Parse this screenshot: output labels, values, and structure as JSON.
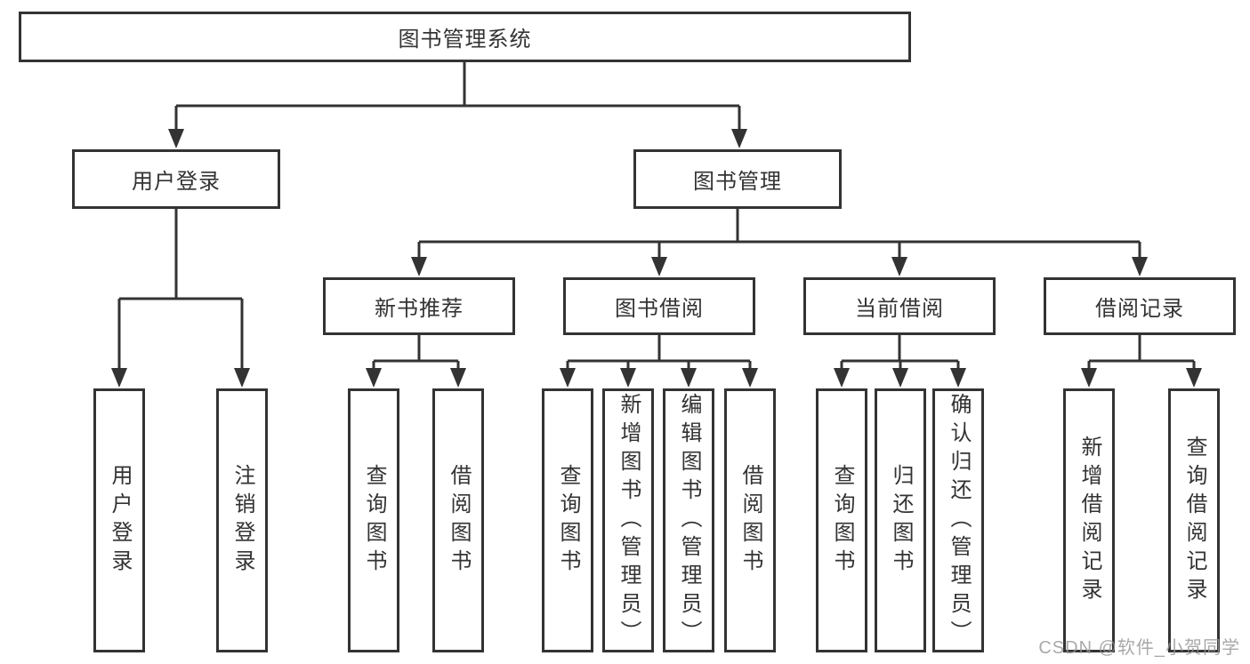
{
  "diagram": {
    "watermark": "CSDN @软件_小贺同学",
    "colors": {
      "line": "#333333",
      "text": "#333333",
      "box_background": "#ffffff",
      "watermark": "#969696"
    },
    "tree": {
      "label": "图书管理系统",
      "children": [
        {
          "label": "用户登录",
          "children": [
            {
              "label": "用户登录"
            },
            {
              "label": "注销登录"
            }
          ]
        },
        {
          "label": "图书管理",
          "children": [
            {
              "label": "新书推荐",
              "children": [
                {
                  "label": "查询图书"
                },
                {
                  "label": "借阅图书"
                }
              ]
            },
            {
              "label": "图书借阅",
              "children": [
                {
                  "label": "查询图书"
                },
                {
                  "label": "新增图书（管理员）"
                },
                {
                  "label": "编辑图书（管理员）"
                },
                {
                  "label": "借阅图书"
                }
              ]
            },
            {
              "label": "当前借阅",
              "children": [
                {
                  "label": "查询图书"
                },
                {
                  "label": "归还图书"
                },
                {
                  "label": "确认归还（管理员）"
                }
              ]
            },
            {
              "label": "借阅记录",
              "children": [
                {
                  "label": "新增借阅记录"
                },
                {
                  "label": "查询借阅记录"
                }
              ]
            }
          ]
        }
      ]
    }
  }
}
